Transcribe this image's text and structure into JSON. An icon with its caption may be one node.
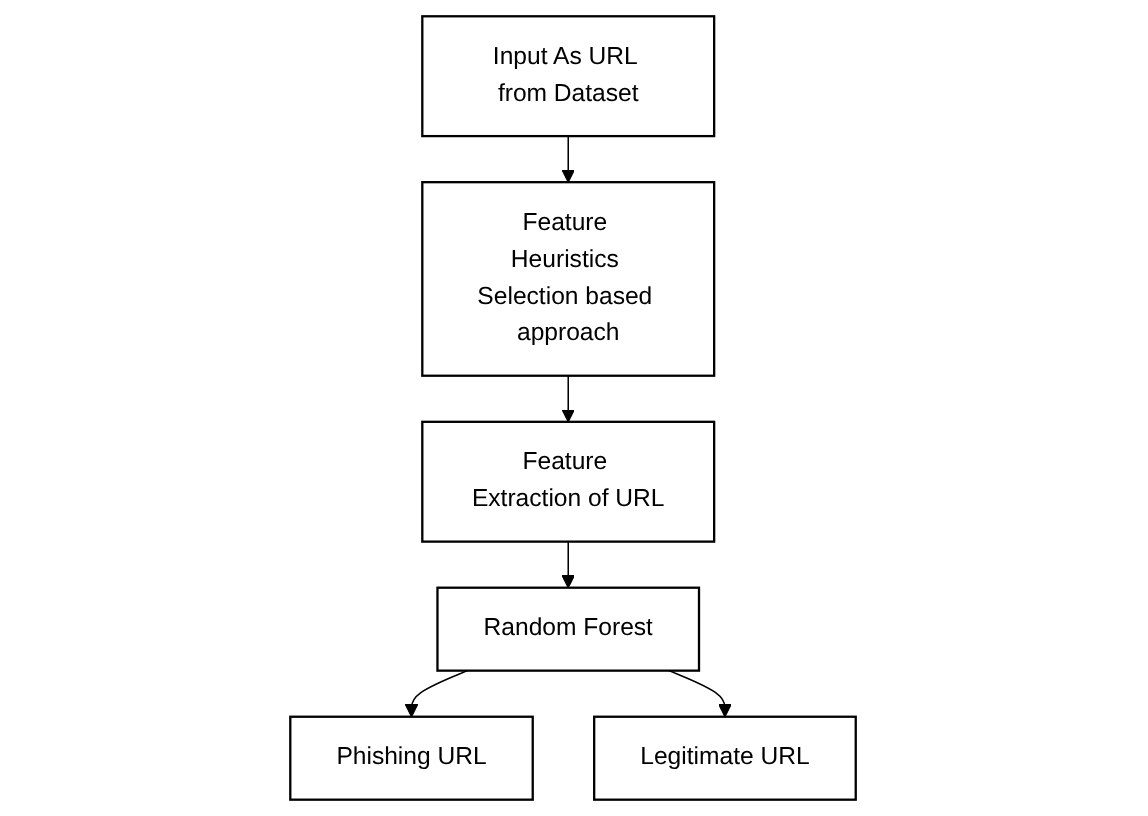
{
  "diagram": {
    "nodes": [
      {
        "text": [
          "Input As URL from Dataset"
        ]
      },
      {
        "text": [
          "Feature Heuristics Selection based approach"
        ]
      },
      {
        "text": [
          "Feature Extraction of URL"
        ]
      },
      {
        "text": [
          "Random Forest"
        ]
      },
      {
        "text": [
          "Phishing URL"
        ]
      },
      {
        "text": [
          "Legitimate URL"
        ]
      }
    ],
    "edges": [
      {
        "from": 0,
        "to": 1,
        "arrow": "to"
      },
      {
        "from": 1,
        "to": 2,
        "arrow": "to"
      },
      {
        "from": 2,
        "to": 3,
        "arrow": "to"
      },
      {
        "from": 3,
        "to": 4,
        "arrow": "to"
      },
      {
        "from": 3,
        "to": 5,
        "arrow": "to"
      }
    ]
  }
}
